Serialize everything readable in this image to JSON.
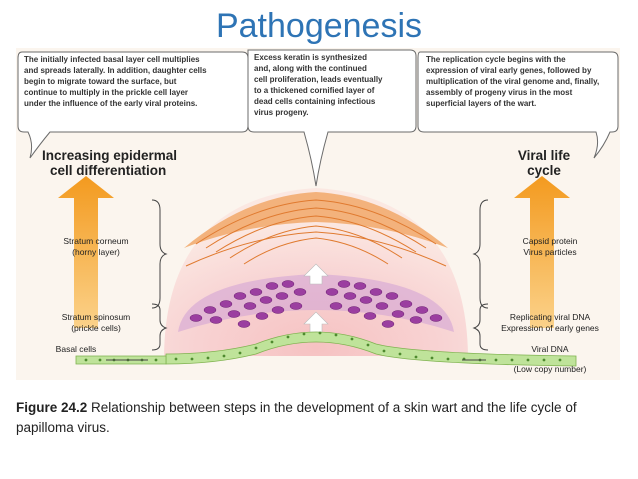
{
  "slide_title": "Pathogenesis",
  "callouts": {
    "left": [
      "The initially infected basal layer cell multiplies",
      "and spreads laterally. In addition, daughter cells",
      "begin to migrate toward the surface, but",
      "continue to multiply in the prickle cell layer",
      "under the influence of the early viral proteins."
    ],
    "middle": [
      "Excess keratin is synthesized",
      "and, along with the continued",
      "cell proliferation, leads eventually",
      "to a thickened cornified layer of",
      "dead cells containing infectious",
      "virus progeny."
    ],
    "right": [
      "The replication cycle begins with the",
      "expression of viral early genes, followed by",
      "multiplication of the viral genome and, finally,",
      "assembly of progeny virus in the most",
      "superficial layers of the wart."
    ]
  },
  "headings": {
    "left": [
      "Increasing epidermal",
      "cell differentiation"
    ],
    "right": [
      "Viral life",
      "cycle"
    ]
  },
  "layers": {
    "corneum": [
      "Stratum corneum",
      "(horny layer)"
    ],
    "spinosum": [
      "Stratum spinosum",
      "(prickle cells)"
    ],
    "basal": "Basal cells"
  },
  "viral_stages": {
    "capsid": [
      "Capsid protein",
      "Virus particles"
    ],
    "replicating": [
      "Replicating viral DNA",
      "Expression of early genes"
    ],
    "dna": [
      "Viral DNA",
      "(Low copy number)"
    ]
  },
  "caption": {
    "label": "Figure 24.2",
    "text": "Relationship between steps in the development of a skin wart and the life cycle of papilloma virus."
  },
  "colors": {
    "title": "#2e74b5",
    "arrow_orange": "#f5a623",
    "wart_pink": "#f4b7b7",
    "keratin_orange": "#e98a3a",
    "prickle_purple": "#9b3ea0",
    "basal_green": "#bfe39a"
  }
}
